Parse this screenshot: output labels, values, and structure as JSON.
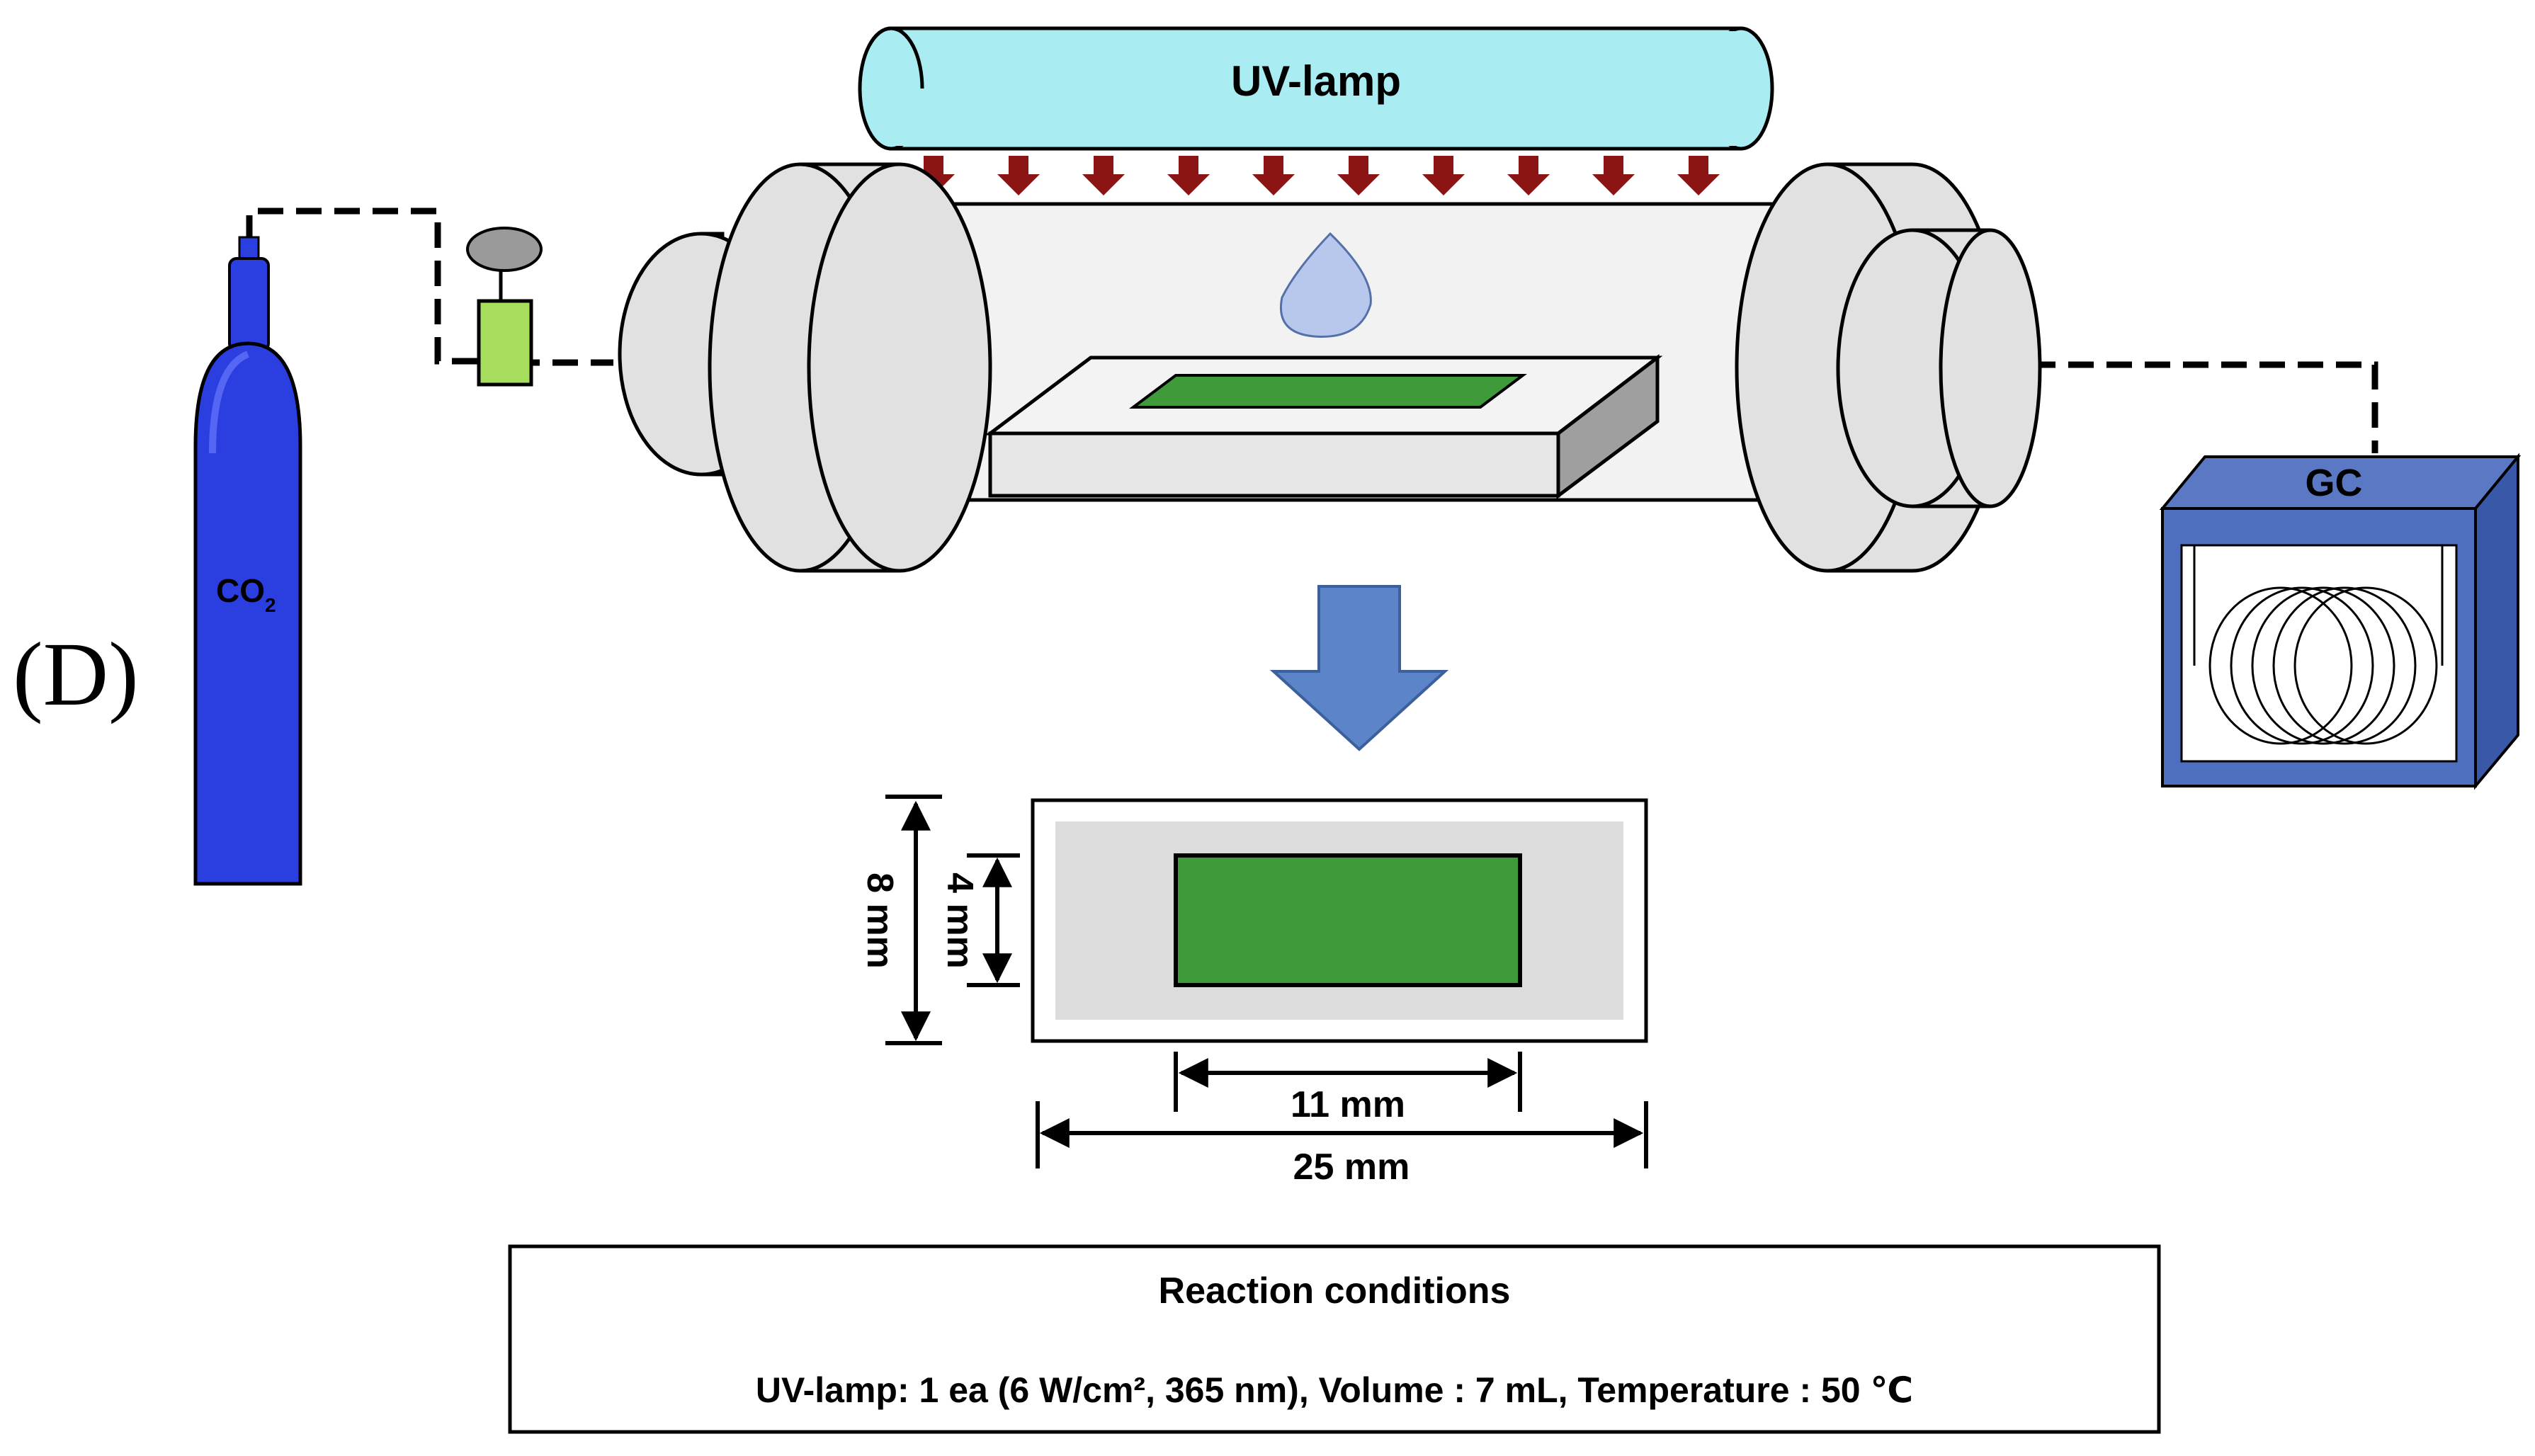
{
  "panel_label": "(D)",
  "uv_lamp_label": "UV-lamp",
  "co2_label": {
    "main": "CO",
    "sub": "2"
  },
  "gc_label": "GC",
  "dimensions": {
    "inner_height": "4 mm",
    "outer_height": "8 mm",
    "inner_width": "11 mm",
    "outer_width": "25 mm"
  },
  "conditions": {
    "title": "Reaction conditions",
    "text": "UV-lamp: 1 ea (6 W/cm², 365 nm), Volume : 7 mL, Temperature : 50 ℃"
  },
  "colors": {
    "uv_lamp": "#a9ecf2",
    "cylinder": "#2b3fe0",
    "arrow": "#5b84c9",
    "sample_green": "#3f9b39",
    "valve_green": "#a6dd5c",
    "gc_box": "#4e6fbf",
    "uv_arrows": "#8b1414",
    "flange_gray": "#e1e1e1"
  }
}
